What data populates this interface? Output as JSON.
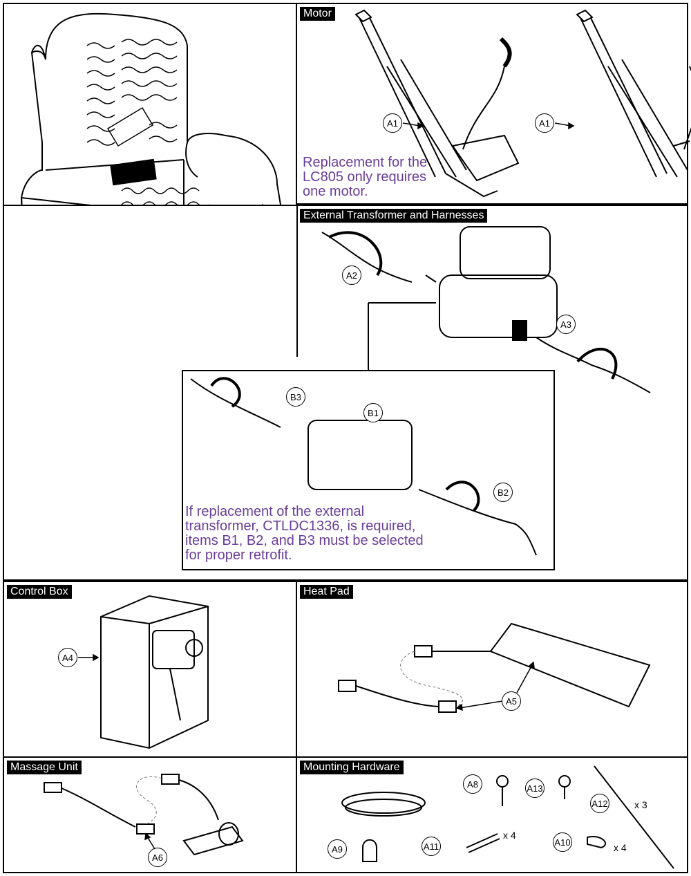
{
  "panels": {
    "motor": "Motor",
    "transformer": "External Transformer and Harnesses",
    "control_box": "Control Box",
    "heat_pad": "Heat Pad",
    "massage": "Massage Unit",
    "hardware": "Mounting Hardware"
  },
  "notes": {
    "motor_line1": "Replacement for the",
    "motor_line2": "LC805 only requires",
    "motor_line3": "one motor.",
    "transformer_line1": "If replacement of the external",
    "transformer_line2": "transformer, CTLDC1336, is required,",
    "transformer_line3": "items B1, B2, and B3 must be selected",
    "transformer_line4": "for proper retrofit."
  },
  "callouts": {
    "a1_left": "A1",
    "a1_right": "A1",
    "a2": "A2",
    "a3": "A3",
    "a4": "A4",
    "a5": "A5",
    "a6": "A6",
    "a8": "A8",
    "a9": "A9",
    "a10": "A10",
    "a11": "A11",
    "a12": "A12",
    "a13": "A13",
    "b1": "B1",
    "b2": "B2",
    "b3": "B3"
  },
  "quantities": {
    "a12": "x 3",
    "a11": "x 4",
    "a10": "x 4"
  },
  "colors": {
    "note_text": "#6a3d9a",
    "label_bg": "#000000"
  }
}
